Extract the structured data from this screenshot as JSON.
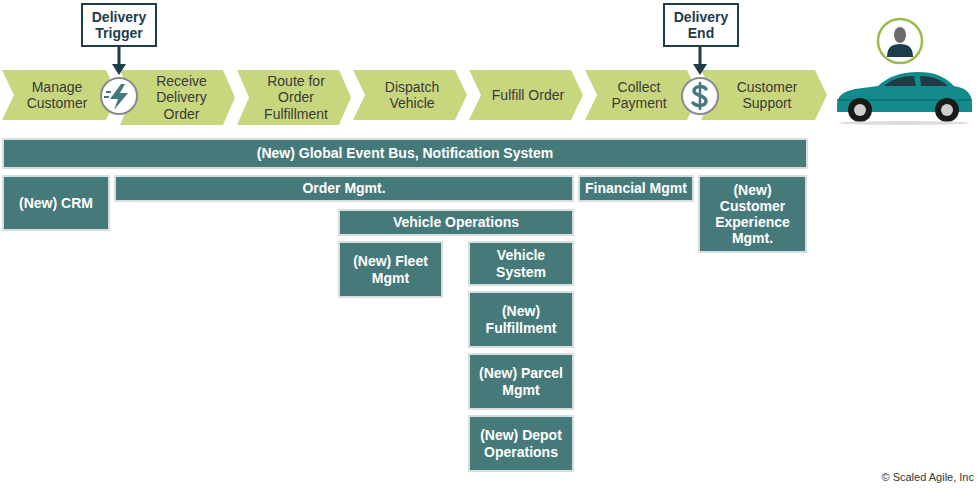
{
  "diagram": {
    "nodes": [
      {
        "text": [
          "Delivery Trigger"
        ]
      },
      {
        "text": [
          "Delivery End"
        ]
      },
      {
        "text": [
          "Manage Customer"
        ]
      },
      {
        "text": [
          "Receive Delivery Order"
        ]
      },
      {
        "text": [
          "Route for Order Fulfillment"
        ]
      },
      {
        "text": [
          "Dispatch Vehicle"
        ]
      },
      {
        "text": [
          "Fulfill Order"
        ]
      },
      {
        "text": [
          "Collect Payment"
        ]
      },
      {
        "text": [
          "Customer Support"
        ]
      },
      {
        "text": [
          "(New) Global Event Bus, Notification System"
        ]
      },
      {
        "text": [
          "(New) CRM"
        ]
      },
      {
        "text": [
          "Order Mgmt."
        ]
      },
      {
        "text": [
          "Financial Mgmt"
        ]
      },
      {
        "text": [
          "(New) Customer Experience Mgmt."
        ]
      },
      {
        "text": [
          "Vehicle Operations"
        ]
      },
      {
        "text": [
          "(New) Fleet Mgmt"
        ]
      },
      {
        "text": [
          "Vehicle System"
        ]
      },
      {
        "text": [
          "(New) Fulfillment"
        ]
      },
      {
        "text": [
          "(New) Parcel Mgmt"
        ]
      },
      {
        "text": [
          "(New) Depot Operations"
        ]
      }
    ],
    "labels": [
      "© Scaled Agile, Inc"
    ]
  }
}
